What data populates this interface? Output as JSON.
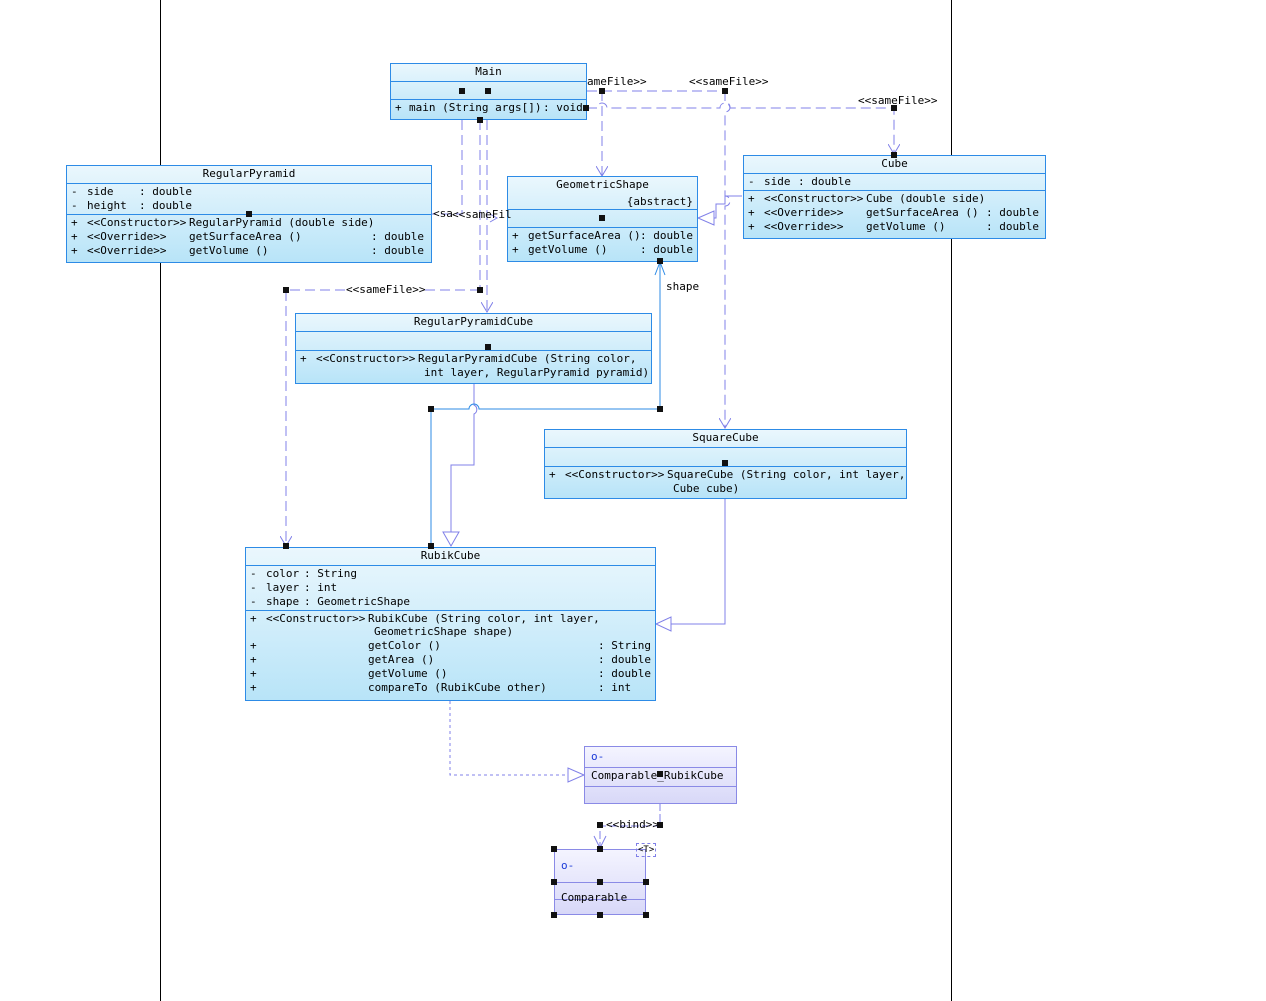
{
  "diagram": {
    "type": "UML class diagram",
    "classes": {
      "main": {
        "name": "Main",
        "operations": [
          {
            "vis": "+",
            "sig": "main (String args[])",
            "ret": ": void"
          }
        ]
      },
      "regular_pyramid": {
        "name": "RegularPyramid",
        "attributes": [
          {
            "vis": "-",
            "name": "side",
            "type": ": double"
          },
          {
            "vis": "-",
            "name": "height",
            "type": ": double"
          }
        ],
        "operations": [
          {
            "vis": "+",
            "stereo": "<<Constructor>>",
            "sig": "RegularPyramid (double side)",
            "ret": ""
          },
          {
            "vis": "+",
            "stereo": "<<Override>>",
            "sig": "getSurfaceArea ()",
            "ret": ": double"
          },
          {
            "vis": "+",
            "stereo": "<<Override>>",
            "sig": "getVolume ()",
            "ret": ": double"
          }
        ]
      },
      "geometric_shape": {
        "name": "GeometricShape",
        "modifier": "{abstract}",
        "operations": [
          {
            "vis": "+",
            "sig": "getSurfaceArea ()",
            "ret": ": double"
          },
          {
            "vis": "+",
            "sig": "getVolume ()",
            "ret": ": double"
          }
        ]
      },
      "cube": {
        "name": "Cube",
        "attributes": [
          {
            "vis": "-",
            "name": "side",
            "type": ": double"
          }
        ],
        "operations": [
          {
            "vis": "+",
            "stereo": "<<Constructor>>",
            "sig": "Cube (double side)",
            "ret": ""
          },
          {
            "vis": "+",
            "stereo": "<<Override>>",
            "sig": "getSurfaceArea ()",
            "ret": ": double"
          },
          {
            "vis": "+",
            "stereo": "<<Override>>",
            "sig": "getVolume ()",
            "ret": ": double"
          }
        ]
      },
      "regular_pyramid_cube": {
        "name": "RegularPyramidCube",
        "operations": [
          {
            "vis": "+",
            "stereo": "<<Constructor>>",
            "sig": "RegularPyramidCube (String color,",
            "sig2": "int layer, RegularPyramid pyramid)"
          }
        ]
      },
      "square_cube": {
        "name": "SquareCube",
        "operations": [
          {
            "vis": "+",
            "stereo": "<<Constructor>>",
            "sig": "SquareCube (String color, int layer,",
            "sig2": "Cube cube)"
          }
        ]
      },
      "rubik_cube": {
        "name": "RubikCube",
        "attributes": [
          {
            "vis": "-",
            "name": "color",
            "type": ": String"
          },
          {
            "vis": "-",
            "name": "layer",
            "type": ": int"
          },
          {
            "vis": "-",
            "name": "shape",
            "type": ": GeometricShape"
          }
        ],
        "operations": [
          {
            "vis": "+",
            "stereo": "<<Constructor>>",
            "sig": "RubikCube (String color, int layer,",
            "sig2": "GeometricShape shape)",
            "ret": ""
          },
          {
            "vis": "+",
            "stereo": "",
            "sig": "getColor ()",
            "ret": ": String"
          },
          {
            "vis": "+",
            "stereo": "",
            "sig": "getArea ()",
            "ret": ": double"
          },
          {
            "vis": "+",
            "stereo": "",
            "sig": "getVolume ()",
            "ret": ": double"
          },
          {
            "vis": "+",
            "stereo": "",
            "sig": "compareTo (RubikCube other)",
            "ret": ": int"
          }
        ]
      }
    },
    "interfaces": {
      "comparable_rubik_cube": {
        "name": "Comparable_RubikCube",
        "icon": "interface-lollipop-icon"
      },
      "comparable": {
        "name": "Comparable",
        "icon": "interface-lollipop-icon",
        "template_param": "<T>"
      }
    },
    "connector_labels": {
      "samefile": "<<sameFile>>",
      "samefile_clip1": "ameFile>>",
      "samefile_clip2": "<sa",
      "samefile_clip3": "<<sameFil",
      "shape_role": "shape",
      "bind": "<<bind>>"
    },
    "colors": {
      "class_border": "#2d8be6",
      "interface_border": "#8a8ae6",
      "dependency_line": "#8080e8",
      "association_line": "#2d8be6"
    }
  }
}
